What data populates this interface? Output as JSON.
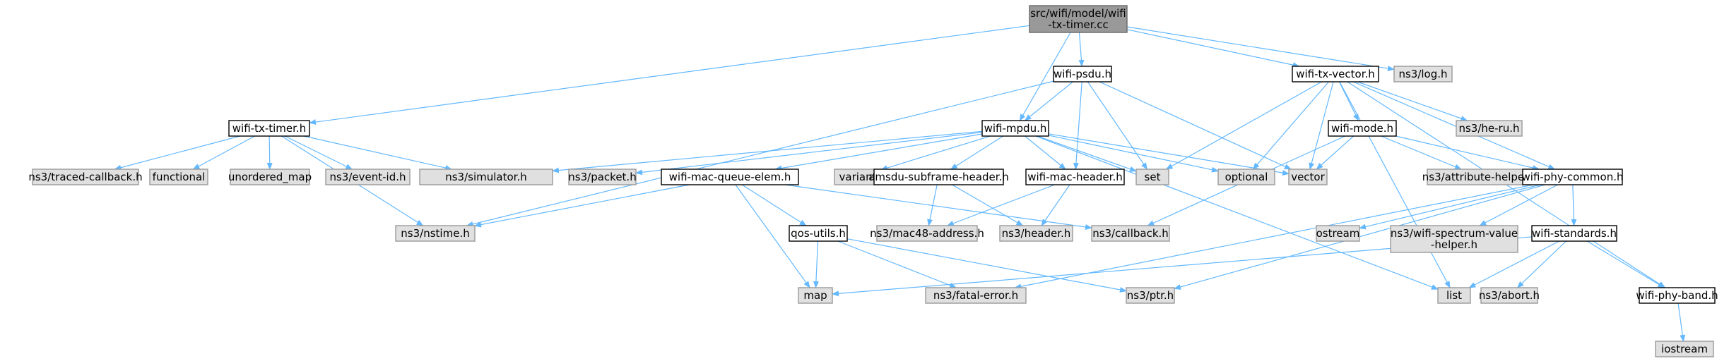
{
  "graph": {
    "colors": {
      "edge": "#63b8ff",
      "root_fill": "#999999",
      "root_stroke": "#666666",
      "local_fill": "#ffffff",
      "local_stroke": "#000000",
      "external_fill": "#e0e0e0",
      "external_stroke": "#999999"
    },
    "nodes": [
      {
        "id": "root",
        "lines": [
          "src/wifi/model/wifi",
          "-tx-timer.cc"
        ],
        "kind": "root"
      },
      {
        "id": "psdu",
        "lines": [
          "wifi-psdu.h"
        ],
        "kind": "local"
      },
      {
        "id": "txvec",
        "lines": [
          "wifi-tx-vector.h"
        ],
        "kind": "local"
      },
      {
        "id": "log",
        "lines": [
          "ns3/log.h"
        ],
        "kind": "external"
      },
      {
        "id": "txtimer",
        "lines": [
          "wifi-tx-timer.h"
        ],
        "kind": "local"
      },
      {
        "id": "mpdu",
        "lines": [
          "wifi-mpdu.h"
        ],
        "kind": "local"
      },
      {
        "id": "mode",
        "lines": [
          "wifi-mode.h"
        ],
        "kind": "local"
      },
      {
        "id": "heru",
        "lines": [
          "ns3/he-ru.h"
        ],
        "kind": "external"
      },
      {
        "id": "traced",
        "lines": [
          "ns3/traced-callback.h"
        ],
        "kind": "external"
      },
      {
        "id": "functional",
        "lines": [
          "functional"
        ],
        "kind": "external"
      },
      {
        "id": "umap",
        "lines": [
          "unordered_map"
        ],
        "kind": "external"
      },
      {
        "id": "eventid",
        "lines": [
          "ns3/event-id.h"
        ],
        "kind": "external"
      },
      {
        "id": "simulator",
        "lines": [
          "ns3/simulator.h"
        ],
        "kind": "external"
      },
      {
        "id": "packet",
        "lines": [
          "ns3/packet.h"
        ],
        "kind": "external"
      },
      {
        "id": "queueelem",
        "lines": [
          "wifi-mac-queue-elem.h"
        ],
        "kind": "local"
      },
      {
        "id": "variant",
        "lines": [
          "variant"
        ],
        "kind": "external"
      },
      {
        "id": "amsdu",
        "lines": [
          "amsdu-subframe-header.h"
        ],
        "kind": "local"
      },
      {
        "id": "machdr",
        "lines": [
          "wifi-mac-header.h"
        ],
        "kind": "local"
      },
      {
        "id": "set",
        "lines": [
          "set"
        ],
        "kind": "external"
      },
      {
        "id": "optional",
        "lines": [
          "optional"
        ],
        "kind": "external"
      },
      {
        "id": "vector",
        "lines": [
          "vector"
        ],
        "kind": "external"
      },
      {
        "id": "attrhelper",
        "lines": [
          "ns3/attribute-helper.h"
        ],
        "kind": "external"
      },
      {
        "id": "phycommon",
        "lines": [
          "wifi-phy-common.h"
        ],
        "kind": "local"
      },
      {
        "id": "nstime",
        "lines": [
          "ns3/nstime.h"
        ],
        "kind": "external"
      },
      {
        "id": "qosutils",
        "lines": [
          "qos-utils.h"
        ],
        "kind": "local"
      },
      {
        "id": "mac48",
        "lines": [
          "ns3/mac48-address.h"
        ],
        "kind": "external"
      },
      {
        "id": "header",
        "lines": [
          "ns3/header.h"
        ],
        "kind": "external"
      },
      {
        "id": "callback",
        "lines": [
          "ns3/callback.h"
        ],
        "kind": "external"
      },
      {
        "id": "ostream",
        "lines": [
          "ostream"
        ],
        "kind": "external"
      },
      {
        "id": "spectrum",
        "lines": [
          "ns3/wifi-spectrum-value",
          "-helper.h"
        ],
        "kind": "external"
      },
      {
        "id": "standards",
        "lines": [
          "wifi-standards.h"
        ],
        "kind": "local"
      },
      {
        "id": "map",
        "lines": [
          "map"
        ],
        "kind": "external"
      },
      {
        "id": "fatal",
        "lines": [
          "ns3/fatal-error.h"
        ],
        "kind": "external"
      },
      {
        "id": "ptr",
        "lines": [
          "ns3/ptr.h"
        ],
        "kind": "external"
      },
      {
        "id": "list",
        "lines": [
          "list"
        ],
        "kind": "external"
      },
      {
        "id": "abort",
        "lines": [
          "ns3/abort.h"
        ],
        "kind": "external"
      },
      {
        "id": "band",
        "lines": [
          "wifi-phy-band.h"
        ],
        "kind": "local"
      },
      {
        "id": "iostream",
        "lines": [
          "iostream"
        ],
        "kind": "external"
      }
    ],
    "edges": [
      [
        "root",
        "txtimer"
      ],
      [
        "root",
        "psdu"
      ],
      [
        "root",
        "mpdu"
      ],
      [
        "root",
        "txvec"
      ],
      [
        "root",
        "log"
      ],
      [
        "psdu",
        "mpdu"
      ],
      [
        "psdu",
        "nstime"
      ],
      [
        "psdu",
        "machdr"
      ],
      [
        "psdu",
        "set"
      ],
      [
        "psdu",
        "vector"
      ],
      [
        "txvec",
        "mode"
      ],
      [
        "txvec",
        "heru"
      ],
      [
        "txvec",
        "phycommon"
      ],
      [
        "txvec",
        "set"
      ],
      [
        "txvec",
        "optional"
      ],
      [
        "txvec",
        "vector"
      ],
      [
        "txvec",
        "list"
      ],
      [
        "txvec",
        "band"
      ],
      [
        "txtimer",
        "traced"
      ],
      [
        "txtimer",
        "functional"
      ],
      [
        "txtimer",
        "umap"
      ],
      [
        "txtimer",
        "eventid"
      ],
      [
        "txtimer",
        "simulator"
      ],
      [
        "txtimer",
        "nstime"
      ],
      [
        "mpdu",
        "simulator"
      ],
      [
        "mpdu",
        "packet"
      ],
      [
        "mpdu",
        "queueelem"
      ],
      [
        "mpdu",
        "variant"
      ],
      [
        "mpdu",
        "amsdu"
      ],
      [
        "mpdu",
        "machdr"
      ],
      [
        "mpdu",
        "set"
      ],
      [
        "mpdu",
        "optional"
      ],
      [
        "mpdu",
        "vector"
      ],
      [
        "mpdu",
        "list"
      ],
      [
        "mode",
        "vector"
      ],
      [
        "mode",
        "attrhelper"
      ],
      [
        "mode",
        "phycommon"
      ],
      [
        "mode",
        "callback"
      ],
      [
        "queueelem",
        "nstime"
      ],
      [
        "queueelem",
        "qosutils"
      ],
      [
        "queueelem",
        "map"
      ],
      [
        "queueelem",
        "callback"
      ],
      [
        "amsdu",
        "mac48"
      ],
      [
        "amsdu",
        "header"
      ],
      [
        "machdr",
        "mac48"
      ],
      [
        "machdr",
        "header"
      ],
      [
        "phycommon",
        "ostream"
      ],
      [
        "phycommon",
        "spectrum"
      ],
      [
        "phycommon",
        "standards"
      ],
      [
        "phycommon",
        "fatal"
      ],
      [
        "phycommon",
        "ptr"
      ],
      [
        "qosutils",
        "map"
      ],
      [
        "qosutils",
        "fatal"
      ],
      [
        "qosutils",
        "ptr"
      ],
      [
        "standards",
        "map"
      ],
      [
        "standards",
        "list"
      ],
      [
        "standards",
        "abort"
      ],
      [
        "standards",
        "band"
      ],
      [
        "band",
        "iostream"
      ]
    ]
  }
}
